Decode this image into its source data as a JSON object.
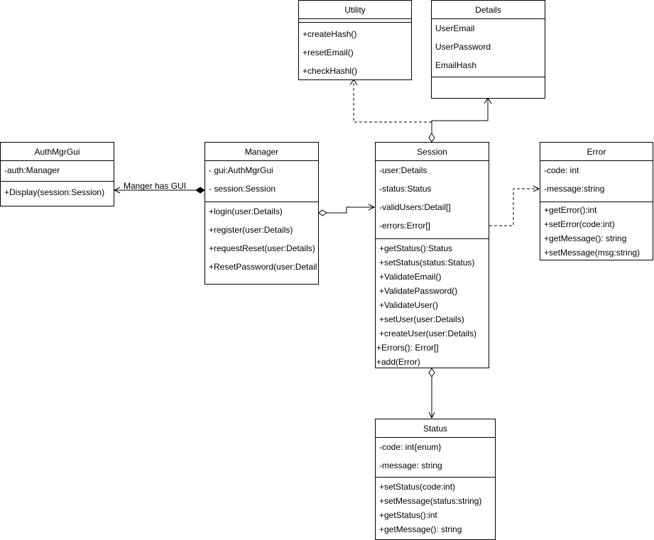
{
  "classes": {
    "utility": {
      "name": "Utility",
      "attributes": [],
      "methods": [
        "+createHash()",
        "+resetEmail()",
        "+checkHashl()"
      ]
    },
    "details": {
      "name": "Details",
      "attributes": [
        "UserEmail",
        "UserPassword",
        "EmailHash"
      ],
      "methods": []
    },
    "authmgrgui": {
      "name": "AuthMgrGui",
      "attributes": [
        "-auth:Manager"
      ],
      "methods": [
        "+Display(session:Session)"
      ]
    },
    "manager": {
      "name": "Manager",
      "attributes": [
        "- gui:AuthMgrGui",
        "- session:Session"
      ],
      "methods": [
        "+login(user:Details)",
        "+register(user:Details)",
        "+requestReset(user:Details)",
        "+ResetPassword(user:Detail"
      ]
    },
    "session": {
      "name": "Session",
      "attributes": [
        "-user:Details",
        "-status:Status",
        "-validUsers:Detail[]",
        "-errors:Error[]"
      ],
      "methods": [
        "+getStatus():Status",
        "+setStatus(status:Status)",
        "+ValidateEmail()",
        "+ValidatePassword()",
        "+ValidateUser()",
        "+setUser(user:Details)",
        "+createUser(user:Details)",
        "+Errors(): Error[]",
        "+add(Error)"
      ]
    },
    "error": {
      "name": "Error",
      "attributes": [
        "-code: int",
        "-message:string"
      ],
      "methods": [
        "+getError():int",
        "+setError(code:int)",
        "+getMessage(): string",
        "+setMessage(msg:string)"
      ]
    },
    "status": {
      "name": "Status",
      "attributes": [
        "-code: int{enum}",
        "-message: string"
      ],
      "methods": [
        "+setStatus(code:int)",
        "+setMessage(status:string)",
        "+getStatus():int",
        "+getMessage(): string"
      ]
    }
  },
  "relations": {
    "manager_gui_label": "Manger has GUI"
  }
}
